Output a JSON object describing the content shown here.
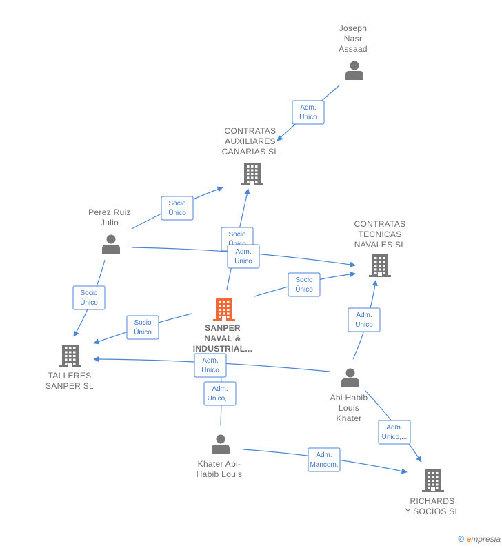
{
  "colors": {
    "accent": "#4a86d4",
    "company": "#777777",
    "main_company": "#f06a35",
    "person": "#777777"
  },
  "nodes": [
    {
      "id": "joseph",
      "type": "person",
      "lines": [
        "Joseph",
        "Nasr",
        "Assaad"
      ]
    },
    {
      "id": "contratas_aux",
      "type": "company",
      "lines": [
        "CONTRATAS",
        "AUXILIARES",
        "CANARIAS  SL"
      ]
    },
    {
      "id": "perez",
      "type": "person",
      "lines": [
        "Perez Ruiz",
        "Julio"
      ]
    },
    {
      "id": "contratas_tec",
      "type": "company",
      "lines": [
        "CONTRATAS",
        "TECNICAS",
        "NAVALES  SL"
      ]
    },
    {
      "id": "sanper",
      "type": "main",
      "lines": [
        "SANPER",
        "NAVAL &",
        "INDUSTRIAL..."
      ]
    },
    {
      "id": "talleres",
      "type": "company",
      "lines": [
        "TALLERES",
        "SANPER  SL"
      ]
    },
    {
      "id": "abi",
      "type": "person",
      "lines": [
        "Abi Habib",
        "Louis",
        "Khater"
      ]
    },
    {
      "id": "khater",
      "type": "person",
      "lines": [
        "Khater Abi-",
        "Habib Louis"
      ]
    },
    {
      "id": "richards",
      "type": "company",
      "lines": [
        "RICHARDS",
        "Y SOCIOS  SL"
      ]
    }
  ],
  "edges": [
    {
      "from": "joseph",
      "to": "contratas_aux",
      "label": [
        "Adm.",
        "Unico"
      ]
    },
    {
      "from": "perez",
      "to": "contratas_aux",
      "label": [
        "Socio",
        "Único"
      ]
    },
    {
      "from": "sanper",
      "to": "contratas_aux",
      "label": [
        "Socio",
        "Único"
      ]
    },
    {
      "from": "perez",
      "to": "contratas_tec",
      "label": [
        "Adm.",
        "Unico"
      ]
    },
    {
      "from": "sanper",
      "to": "contratas_tec",
      "label": [
        "Socio",
        "Único"
      ]
    },
    {
      "from": "perez",
      "to": "talleres",
      "label": [
        "Socio",
        "Único"
      ]
    },
    {
      "from": "sanper",
      "to": "talleres",
      "label": [
        "Socio",
        "Único"
      ]
    },
    {
      "from": "abi",
      "to": "contratas_tec",
      "label": [
        "Adm.",
        "Unico"
      ]
    },
    {
      "from": "abi",
      "to": "talleres",
      "label": [
        "Adm.",
        "Unico"
      ]
    },
    {
      "from": "khater",
      "to": "sanper",
      "label": [
        "Adm.",
        "Unico,..."
      ]
    },
    {
      "from": "abi",
      "to": "richards",
      "label": [
        "Adm.",
        "Unico,..."
      ]
    },
    {
      "from": "khater",
      "to": "richards",
      "label": [
        "Adm.",
        "Mancom."
      ]
    }
  ],
  "footer": {
    "copyright": "©",
    "brand_e": "e",
    "brand_rest": "mpresia"
  }
}
